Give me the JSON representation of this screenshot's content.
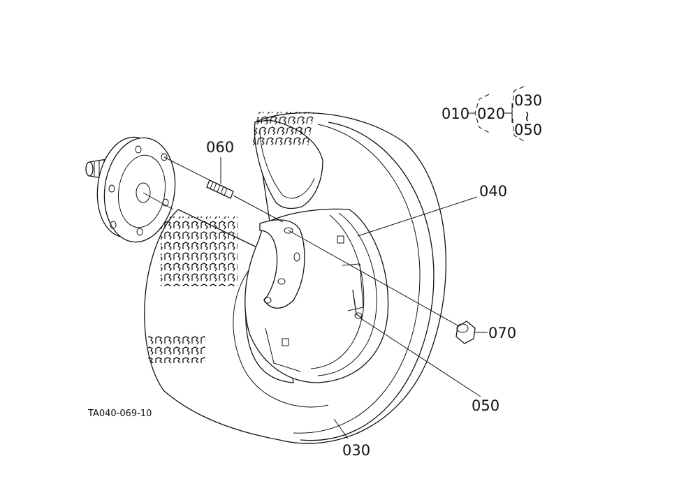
{
  "drawing_code": "TA040-069-10",
  "legend": {
    "root": "010",
    "child": "020",
    "range_start": "030",
    "range_sep": "~",
    "range_end": "050"
  },
  "callouts": {
    "c060": "060",
    "c040": "040",
    "c070": "070",
    "c050": "050",
    "c030": "030"
  },
  "icons": [
    "hub-flange-icon",
    "stud-bolt-icon",
    "tire-icon",
    "wheel-rim-icon",
    "valve-icon",
    "nut-icon"
  ]
}
